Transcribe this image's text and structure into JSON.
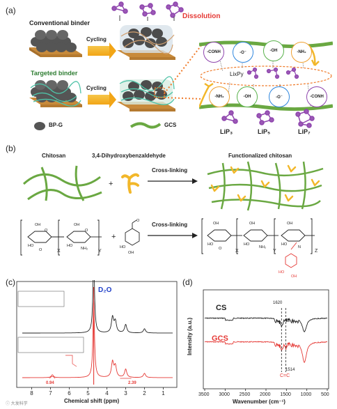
{
  "panel_a": {
    "label": "(a)",
    "conventional_binder": "Conventional binder",
    "targeted_binder": "Targeted binder",
    "cycling_1": "Cycling",
    "cycling_2": "Cycling",
    "dissolution": "Dissolution",
    "legend_bpg": "BP-G",
    "legend_gcs": "GCS",
    "tags": [
      "-CONH",
      "-O⁻",
      "-OH",
      "-NH₂",
      "-NH₂",
      "-OH",
      "-O⁻",
      "-CONH"
    ],
    "center_label": "LixPy",
    "products": [
      "LiP₃",
      "LiP₅",
      "LiP₇"
    ]
  },
  "panel_b": {
    "label": "(b)",
    "chitosan": "Chitosan",
    "aldehyde": "3,4-Dihydroxybenzaldehyde",
    "functionalized": "Functionalized chitosan",
    "crosslink_1": "Cross-linking",
    "crosslink_2": "Cross-linking",
    "plus_1": "+",
    "plus_2": "+",
    "sub_x": "X",
    "sub_y": "Y",
    "sub_z": "Z"
  },
  "panel_c": {
    "label": "(c)",
    "solvent": "D₂O",
    "xlabel": "Chemical shift (ppm)",
    "integral_1": "0.94",
    "integral_2": "2.39",
    "ticks": [
      "8",
      "7",
      "6",
      "5",
      "4",
      "3",
      "2",
      "1"
    ]
  },
  "panel_d": {
    "label": "(d)",
    "ylabel": "Intensity (a.u.)",
    "xlabel": "Wavenumber (cm⁻¹)",
    "series_cs": "CS",
    "series_gcs": "GCS",
    "peak_1620": "1620",
    "peak_1514": "1514",
    "bond": "C=C",
    "ticks": [
      "3500",
      "3000",
      "2500",
      "2000",
      "1500",
      "1000",
      "500"
    ]
  },
  "watermark": "ⓘ 大发科学",
  "colors": {
    "accent_red": "#e53935",
    "gcs_green": "#5a9a3a",
    "arrow_yellow": "#f2a516",
    "lip_purple": "#9b59b6",
    "solvent_blue": "#1e3ec8"
  },
  "chart_data": [
    {
      "type": "line",
      "title": "",
      "xlabel": "Chemical shift (ppm)",
      "ylabel": "",
      "xlim": [
        8.5,
        0.5
      ],
      "x_reversed": true,
      "ticks": [
        8,
        7,
        6,
        5,
        4,
        3,
        2,
        1
      ],
      "series": [
        {
          "peaks_ppm": [
            4.7,
            3.7,
            3.55,
            3.0,
            2.0
          ]
        },
        {
          "peaks_ppm": [
            6.9,
            4.7,
            3.7,
            3.55,
            3.0,
            2.0
          ]
        }
      ],
      "annotations": [
        "D₂O",
        "0.94",
        "2.39"
      ]
    },
    {
      "type": "line",
      "title": "",
      "xlabel": "Wavenumber (cm⁻¹)",
      "ylabel": "Intensity (a.u.)",
      "xlim": [
        3500,
        500
      ],
      "x_reversed": true,
      "ticks": [
        3500,
        3000,
        2500,
        2000,
        1500,
        1000,
        500
      ],
      "series": [
        {
          "name": "CS",
          "features_cm1": [
            1620,
            1060
          ]
        },
        {
          "name": "GCS",
          "features_cm1": [
            1620,
            1514,
            1060
          ]
        }
      ],
      "annotations": [
        "1620",
        "1514",
        "C=C"
      ]
    }
  ]
}
